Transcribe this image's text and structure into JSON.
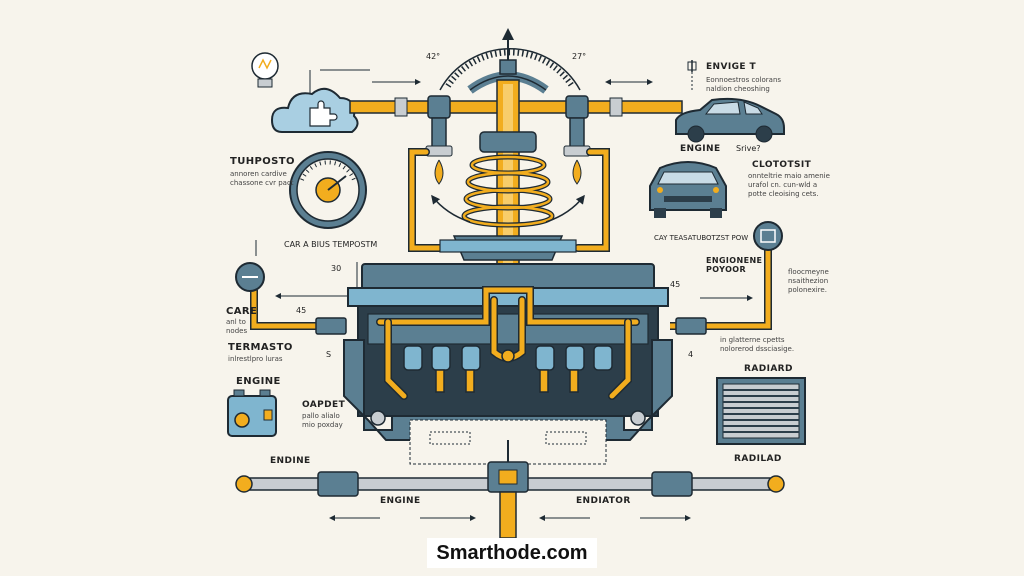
{
  "labels": {
    "title_left": "TUHPOSTO",
    "desc_left": "annoren cardive chassone cvr pact",
    "gauge_caption": "CAR A BIUS TEMPOSTM",
    "gauge_value": "30",
    "care_title": "CARE",
    "care_desc": "anl to nodes",
    "termasto_title": "TERMASTO",
    "termasto_desc": "inlrestlpro luras",
    "engine_left_title": "ENGINE",
    "oapdet_title": "OAPDET",
    "oapdet_desc": "pallo alialo mio poxday",
    "endine_label": "ENDINE",
    "engine_bottom": "ENGINE",
    "endiator_bottom": "ENDIATOR",
    "num_45_left": "45",
    "num_s": "S",
    "num_42": "42°",
    "num_27": "27°",
    "num_45_right": "45",
    "num_4": "4",
    "envige_title": "ENVIGE T",
    "envige_desc": "Eonnoestros colorans naldion cheoshing",
    "engine_right_title": "ENGINE",
    "engine_right_sub": "Srive?",
    "clototsit_title": "CLOTOTSIT",
    "clototsit_desc": "onnteltrie maio amenie urafol cn. cun-wld a potte cleoising cets.",
    "cay_caption": "CAY TEASATUBOTZST POW",
    "engionene_title": "ENGIONENE POYOOR",
    "engionene_desc": "floocmeyne nsaithezion polonexire.",
    "glatterne_desc": "in glatterne cpetts nolorerod dssciasige.",
    "radiard_title": "RADIARD",
    "radilad_title": "RADILAD"
  },
  "brand": "Smarthode.com",
  "colors": {
    "background": "#f7f4ec",
    "engine_body": "#5b7f92",
    "engine_dark": "#2c3e4a",
    "pipe": "#f2ad1e",
    "accent_blue": "#7fb5cf",
    "outline": "#1e2a33"
  }
}
